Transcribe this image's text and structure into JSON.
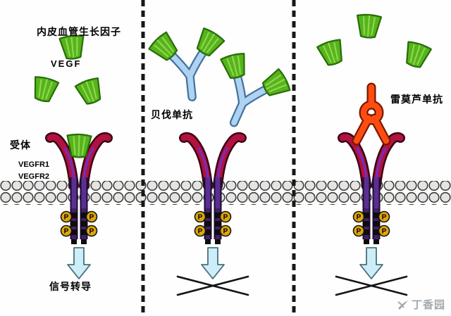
{
  "diagram": {
    "phospho_label": "P",
    "watermark": "丁香园"
  },
  "panels": [
    {
      "labels": {
        "growth_factor_title": "内皮血管生长因子",
        "vegf": "VEGF",
        "receptor": "受体",
        "receptor_name1": "VEGFR1",
        "receptor_name2": "VEGFR2",
        "signal": "信号转导"
      }
    },
    {
      "labels": {
        "antibody": "贝伐单抗"
      }
    },
    {
      "labels": {
        "antibody": "雷莫芦单抗"
      }
    }
  ]
}
